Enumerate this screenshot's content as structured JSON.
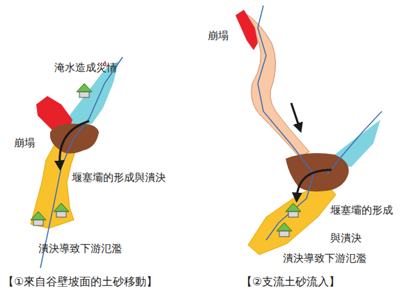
{
  "diagram": {
    "labels": [
      "淹水造成災情",
      "崩塌",
      "堰塞壩的形成與潰決",
      "潰決導致下游氾濫",
      "【①來自谷壁坡面的土砂移動】",
      "崩塌",
      "堰塞壩的形成 與潰決",
      "潰決導致下游氾濫",
      "【②支流土砂流入】"
    ]
  }
}
